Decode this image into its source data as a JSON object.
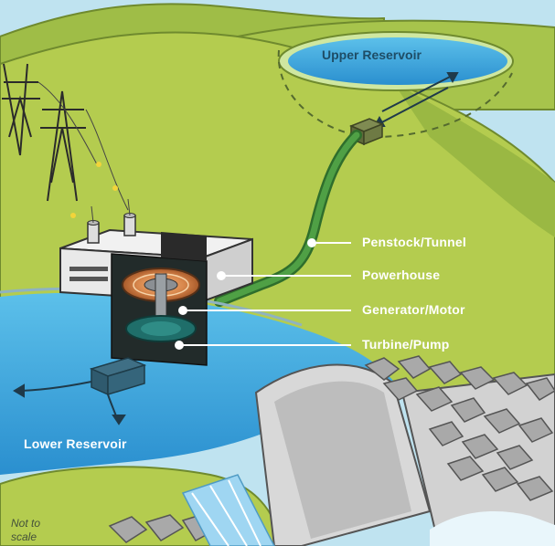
{
  "labels": {
    "upper_reservoir": "Upper Reservoir",
    "penstock": "Penstock/Tunnel",
    "powerhouse": "Powerhouse",
    "generator": "Generator/Motor",
    "turbine": "Turbine/Pump",
    "lower_reservoir": "Lower Reservoir",
    "scale_note_line1": "Not to",
    "scale_note_line2": "scale"
  },
  "colors": {
    "sky": "#bfe3f0",
    "hill_light": "#b4cc4f",
    "hill_dark": "#8eac3a",
    "water": "#3aa6dc",
    "penstock": "#3f8f3a",
    "label_text": "#ffffff"
  }
}
